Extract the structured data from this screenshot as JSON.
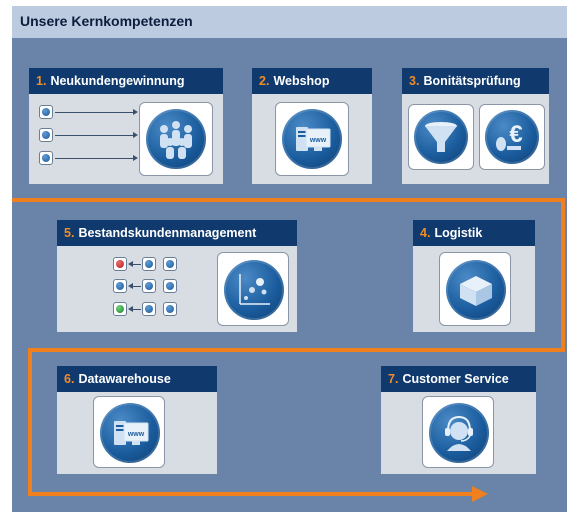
{
  "header": {
    "title": "Unsere Kernkompetenzen"
  },
  "cards": [
    {
      "num": "1.",
      "label": "Neukundengewinnung",
      "icon": "people-group-icon"
    },
    {
      "num": "2.",
      "label": "Webshop",
      "icon": "www-computer-icon"
    },
    {
      "num": "3.",
      "label": "Bonitätsprüfung",
      "icons": [
        "funnel-icon",
        "euro-coins-icon"
      ]
    },
    {
      "num": "5.",
      "label": "Bestandskundenmanagement",
      "icon": "scatter-chart-icon"
    },
    {
      "num": "4.",
      "label": "Logistik",
      "icon": "package-box-icon"
    },
    {
      "num": "6.",
      "label": "Datawarehouse",
      "icon": "www-computer-icon"
    },
    {
      "num": "7.",
      "label": "Customer Service",
      "icon": "headset-agent-icon"
    }
  ],
  "colors": {
    "accent": "#f07f1e",
    "title_bar": "#103a6e",
    "panel": "#6a83a8",
    "header": "#bccbdf"
  }
}
